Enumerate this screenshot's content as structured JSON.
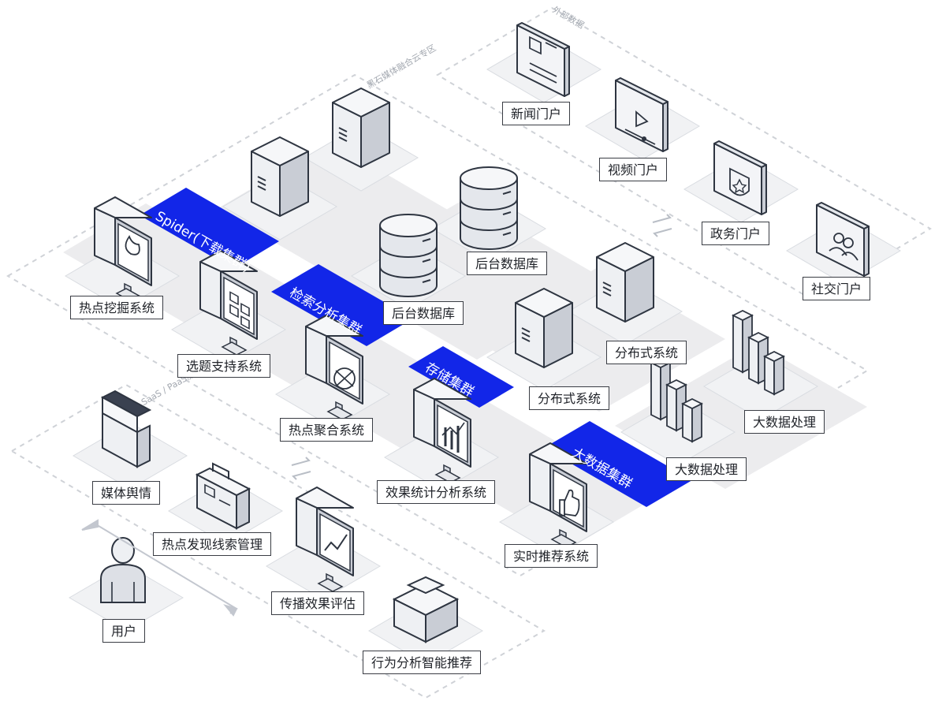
{
  "zones": {
    "external": "外部数据",
    "cloud": "黑石媒体融合云专区",
    "saas": "SaaS / PaaS服务"
  },
  "clusters": {
    "spider": "Spider(下载集群)",
    "search": "检索分析集群",
    "storage": "存储集群",
    "bigdata": "大数据集群"
  },
  "labels": {
    "news_portal": "新闻门户",
    "video_portal": "视频门户",
    "gov_portal": "政务门户",
    "social_portal": "社交门户",
    "hotspot_mining": "热点挖掘系统",
    "topic_support": "选题支持系统",
    "hotspot_aggregation": "热点聚合系统",
    "effect_stats": "效果统计分析系统",
    "realtime_recommend": "实时推荐系统",
    "backend_db_1": "后台数据库",
    "backend_db_2": "后台数据库",
    "distributed_1": "分布式系统",
    "distributed_2": "分布式系统",
    "bigdata_proc_1": "大数据处理",
    "bigdata_proc_2": "大数据处理",
    "media_opinion": "媒体舆情",
    "clue_management": "热点发现线索管理",
    "propagation_eval": "传播效果评估",
    "behavior_recommend": "行为分析智能推荐",
    "user": "用户"
  },
  "colors": {
    "band": "#1226e8",
    "stroke": "#2e3541",
    "face_light": "#f3f4f7",
    "face_mid": "#d7dae1",
    "face_dark": "#bfc4cd",
    "tile": "#f0f1f3",
    "platform": "#e8e9ec",
    "dashed": "#cfd2d7",
    "label_border": "#3a3d44"
  },
  "icons": [
    "newspaper-icon",
    "video-play-icon",
    "shield-star-icon",
    "users-icon",
    "flame-icon",
    "grid-panel-icon",
    "fan-icon",
    "bar-chart-icon",
    "thumbs-up-icon",
    "server-icon",
    "database-icon",
    "bar-blocks-icon",
    "clapperboard-icon",
    "briefcase-icon",
    "line-chart-icon",
    "star-block-icon",
    "user-icon",
    "swap-arrows-icon"
  ]
}
